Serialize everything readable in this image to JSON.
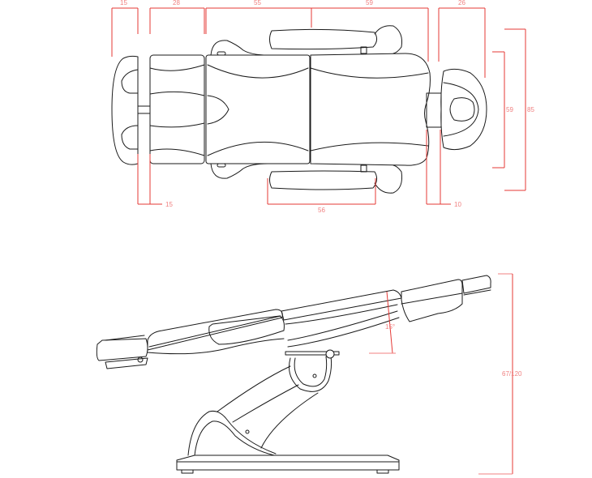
{
  "diagram": {
    "subject": "treatment chair technical drawing",
    "views": [
      "top-view",
      "side-view"
    ],
    "colors": {
      "outline": "#1a1a1a",
      "dimension": "#e53935",
      "dimension_text": "#f08080",
      "background": "#ffffff"
    }
  },
  "top_view": {
    "dimensions_top": [
      {
        "id": "foot-section-depth",
        "label": "15"
      },
      {
        "id": "leg-section-length",
        "label": "28"
      },
      {
        "id": "seat-section-length",
        "label": "55"
      },
      {
        "id": "back-section-length",
        "label": "59"
      },
      {
        "id": "headrest-length",
        "label": "26"
      }
    ],
    "dimensions_bottom": [
      {
        "id": "foot-gap",
        "label": "15"
      },
      {
        "id": "armrest-length",
        "label": "56"
      },
      {
        "id": "headrest-gap",
        "label": "10"
      }
    ],
    "dimensions_right": [
      {
        "id": "backrest-width",
        "label": "59"
      },
      {
        "id": "overall-width",
        "label": "85"
      }
    ]
  },
  "side_view": {
    "angle_label": "15°",
    "height_label": "67/120"
  }
}
